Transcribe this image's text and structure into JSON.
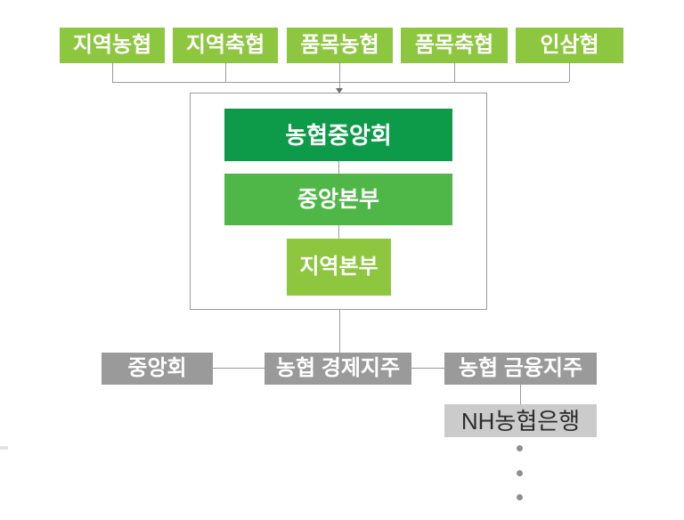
{
  "diagram": {
    "member_coops": [
      {
        "label": "지역농협"
      },
      {
        "label": "지역축협"
      },
      {
        "label": "품목농협"
      },
      {
        "label": "품목축협"
      },
      {
        "label": "인삼협"
      }
    ],
    "central_org": {
      "federation": "농협중앙회",
      "central_hq": "중앙본부",
      "regional_hq": "지역본부"
    },
    "holdings": [
      {
        "label": "중앙회"
      },
      {
        "label": "농협 경제지주"
      },
      {
        "label": "농협 금융지주"
      }
    ],
    "subsidiary": {
      "label": "NH농협은행"
    },
    "ellipsis_dot_count": 3,
    "colors": {
      "light_green": "#8DC63F",
      "medium_green": "#4EB748",
      "dark_green": "#0D9B49",
      "gray": "#9A9A9A",
      "light_gray": "#CBCBCB",
      "line": "#9A9A9A",
      "text_light": "#FFFFFF",
      "text_dark": "#2D2D2D"
    }
  }
}
